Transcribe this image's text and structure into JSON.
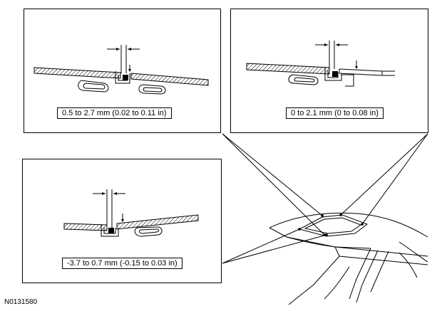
{
  "figure": {
    "id": "N0131580",
    "callouts": [
      {
        "spec": "0.5 to 2.7 mm (0.02 to 0.11 in)"
      },
      {
        "spec": "0 to 2.1 mm (0 to 0.08 in)"
      },
      {
        "spec": "-3.7 to 0.7 mm (-0.15 to 0.03 in)"
      }
    ]
  }
}
